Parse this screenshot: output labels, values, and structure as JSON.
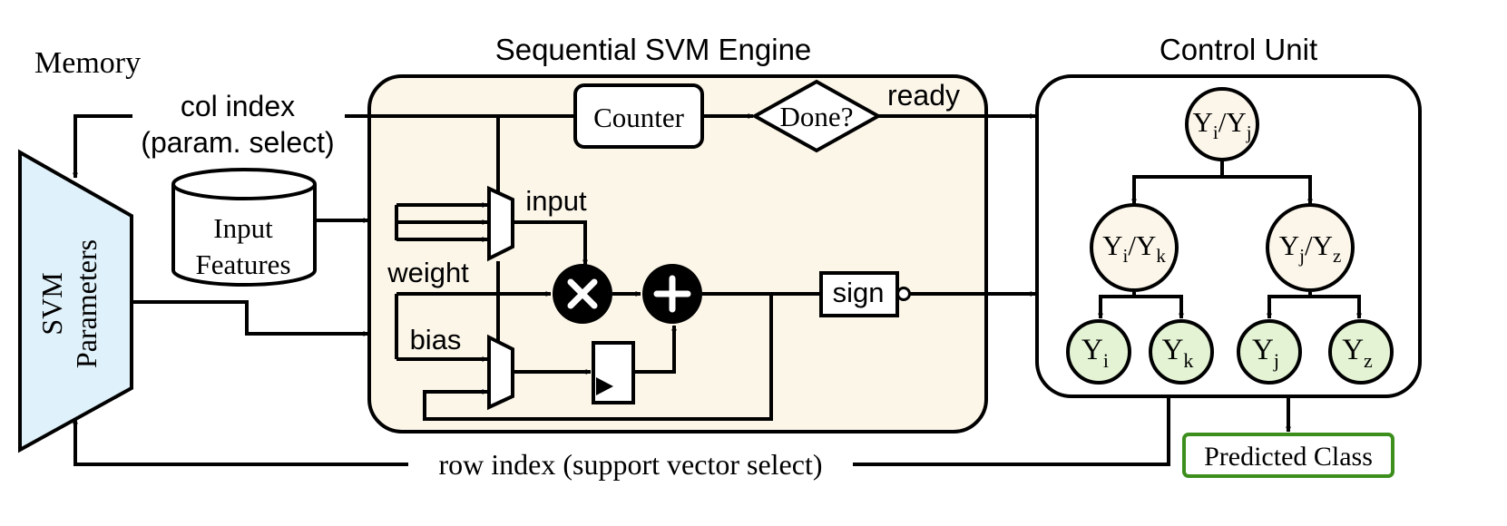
{
  "labels": {
    "memory": "Memory",
    "engine_title": "Sequential SVM Engine",
    "control_title": "Control Unit",
    "col_index_1": "col index",
    "col_index_2": "(param. select)",
    "input_features_1": "Input",
    "input_features_2": "Features",
    "svm_params_1": "SVM",
    "svm_params_2": "Parameters",
    "counter": "Counter",
    "done": "Done?",
    "ready": "ready",
    "input": "input",
    "weight": "weight",
    "bias": "bias",
    "sign": "sign",
    "row_index": "row index (support vector select)",
    "predicted_class": "Predicted Class"
  },
  "tree": {
    "root": {
      "base_a": "Y",
      "sub_a": "i",
      "base_b": "Y",
      "sub_b": "j"
    },
    "left": {
      "base_a": "Y",
      "sub_a": "i",
      "base_b": "Y",
      "sub_b": "k"
    },
    "right": {
      "base_a": "Y",
      "sub_a": "j",
      "base_b": "Y",
      "sub_b": "z"
    },
    "leaves": [
      {
        "base": "Y",
        "sub": "i"
      },
      {
        "base": "Y",
        "sub": "k"
      },
      {
        "base": "Y",
        "sub": "j"
      },
      {
        "base": "Y",
        "sub": "z"
      }
    ]
  },
  "colors": {
    "engine_fill": "#fcf6e9",
    "memory_fill": "#dff1fa",
    "node_fill": "#fcf6ea",
    "leaf_fill": "#e3f3d4",
    "predicted_border": "#3d8f1d"
  }
}
